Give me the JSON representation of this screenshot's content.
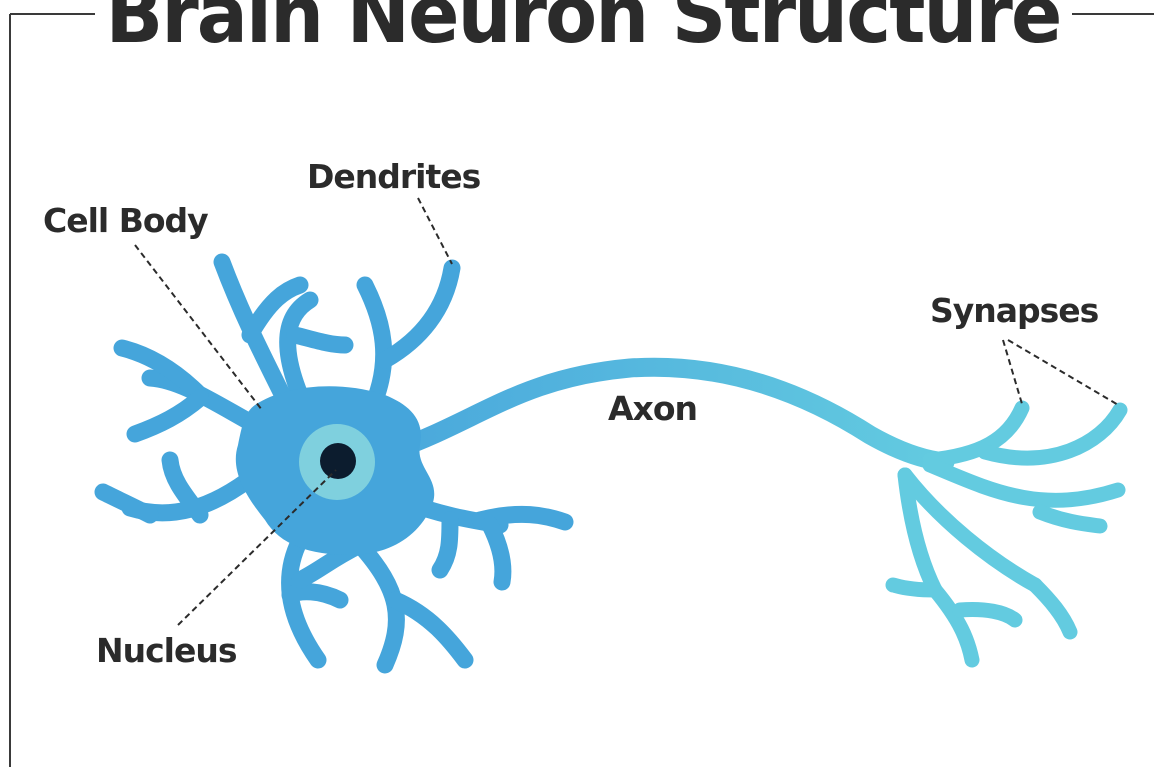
{
  "title": "Brain Neuron Structure",
  "labels": {
    "dendrites": "Dendrites",
    "cell_body": "Cell Body",
    "synapses": "Synapses",
    "axon": "Axon",
    "nucleus": "Nucleus"
  },
  "colors": {
    "cell_body": "#45a5db",
    "dendrite": "#45a5db",
    "axon_start": "#4aa8dc",
    "axon_end": "#63cbe0",
    "nucleus_ring": "#7fd0de",
    "nucleus_core": "#0c1c2e",
    "text": "#2b2b2b"
  }
}
